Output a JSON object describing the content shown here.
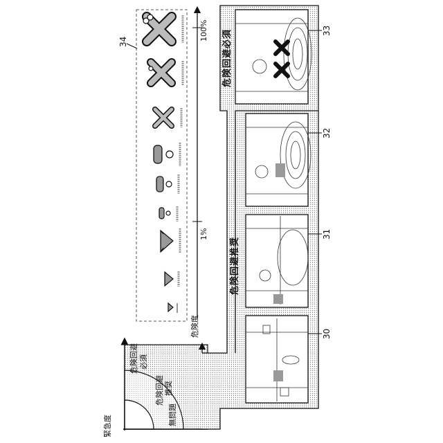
{
  "figure": {
    "labels": {
      "danger_degree": "危険度",
      "urgency": "緊急度",
      "no_problem": "無問題",
      "avoid_recommended": "危険回避推奨",
      "avoid_recommended_line1": "危険回避",
      "avoid_recommended_line2": "推奨",
      "avoid_required": "危険回避必須",
      "avoid_required_line1": "危険回避",
      "avoid_required_line2": "必須"
    },
    "axis_ticks": [
      "1%",
      "100%"
    ],
    "reference_numbers": {
      "icon_box": "34",
      "scene_30": "30",
      "scene_31": "31",
      "scene_32": "32",
      "scene_33": "33"
    },
    "colors": {
      "line": "#111111",
      "dot_fill": "#dcdcdc"
    }
  }
}
